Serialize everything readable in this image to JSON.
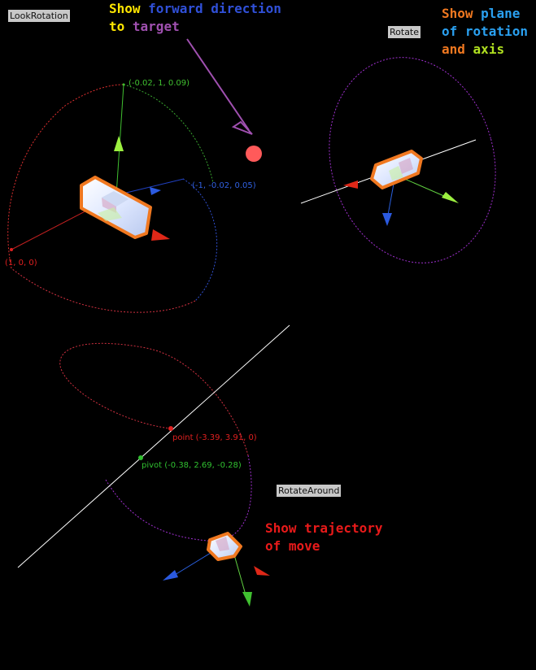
{
  "tags": {
    "look_rotation": "LookRotation",
    "rotate": "Rotate",
    "rotate_around": "RotateAround"
  },
  "notes": {
    "forward": {
      "show": "Show",
      "forward_direction": "forward direction",
      "to": "to",
      "target": "target"
    },
    "plane": {
      "show": "Show",
      "plane": "plane",
      "of_rotation": "of rotation",
      "and": "and",
      "axis": "axis"
    },
    "trajectory": {
      "line1": "Show trajectory",
      "line2": "of move"
    }
  },
  "labels": {
    "up_vector": "(-0.02, 1, 0.09)",
    "forward_vector": "(-1, -0.02, 0.05)",
    "right_vector": "(1, 0, 0)",
    "point": "point (-3.39, 3.91, 0)",
    "pivot": "pivot (-0.38, 2.69, -0.28)"
  },
  "colors": {
    "red": "#e8201a",
    "green": "#5ae81a",
    "blue": "#2b6ae0",
    "yellow": "#ffe600",
    "orange": "#f07820",
    "purple": "#a040c0",
    "white": "#ffffff",
    "tag_bg": "#c8c8c8"
  }
}
